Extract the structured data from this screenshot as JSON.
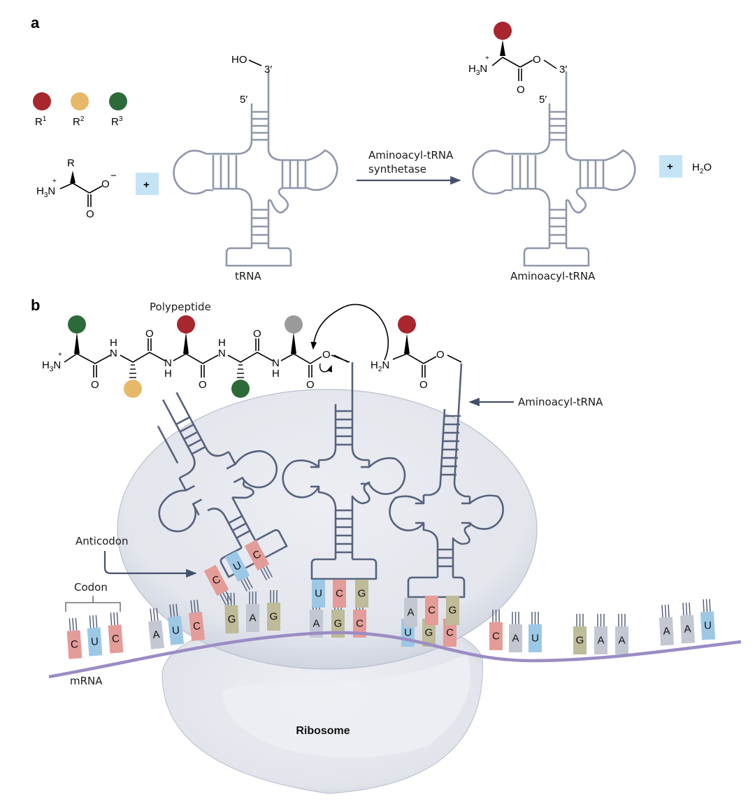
{
  "panels": {
    "a": {
      "label": "a",
      "legend": [
        {
          "name": "R",
          "sup": "1",
          "color": "#a8262e"
        },
        {
          "name": "R",
          "sup": "2",
          "color": "#e7b868"
        },
        {
          "name": "R",
          "sup": "3",
          "color": "#2c6a3a"
        }
      ],
      "amino_acid": {
        "r": "R",
        "amine": "H",
        "amine_sub": "3",
        "amine_n": "N",
        "charge_plus": "+",
        "oxygen_minus": "O",
        "charge_minus": "−",
        "carbonyl_o": "O"
      },
      "plus_sign": "+",
      "trna": {
        "label": "tRNA",
        "three_prime": "3′",
        "five_prime": "5′",
        "hydroxyl": "HO"
      },
      "reaction_arrow": {
        "line1": "Aminoacyl-tRNA",
        "line2": "synthetase"
      },
      "product": {
        "label": "Aminoacyl-tRNA",
        "three_prime": "3′",
        "five_prime": "5′",
        "ester_o": "O",
        "carbonyl_o": "O",
        "amine": "H",
        "amine_sub": "3",
        "amine_n": "N",
        "charge_plus": "+",
        "r_color": "#a8262e"
      },
      "water": {
        "plus": "+",
        "h": "H",
        "sub": "2",
        "o": "O"
      }
    },
    "b": {
      "label": "b",
      "polypeptide_label": "Polypeptide",
      "chain_residues": [
        {
          "color": "#2c6a3a"
        },
        {
          "color": "#e7b868"
        },
        {
          "color": "#a8262e"
        },
        {
          "color": "#2c6a3a"
        },
        {
          "color": "#9a9a9a"
        }
      ],
      "incoming_residue_color": "#a8262e",
      "chem": {
        "h3n_h": "H",
        "h3n_sub": "3",
        "h3n_n": "N",
        "plus": "+",
        "o": "O",
        "n": "N",
        "h": "H",
        "h2n_h": "H",
        "h2n_sub": "2",
        "h2n_n": "N"
      },
      "labels": {
        "aminoacyl_trna": "Aminoacyl-tRNA",
        "anticodon": "Anticodon",
        "codon": "Codon",
        "mrna": "mRNA",
        "ribosome": "Ribosome"
      },
      "base_colors": {
        "A": "#c3c7d2",
        "U": "#9cc8e6",
        "C": "#e49c98",
        "G": "#bdbb98"
      },
      "mrna_bases": [
        "C",
        "U",
        "C",
        "A",
        "U",
        "C",
        "G",
        "A",
        "G",
        "A",
        "G",
        "C",
        "U",
        "G",
        "C",
        "C",
        "A",
        "U",
        "G",
        "A",
        "A",
        "A",
        "A",
        "U"
      ],
      "anticodon_exiting": [
        "C",
        "U",
        "C"
      ],
      "anticodon_p_site": [
        "U",
        "C",
        "G"
      ],
      "anticodon_a_site": [
        "A",
        "C",
        "G"
      ]
    }
  },
  "colors": {
    "trna_light": "#8e97ab",
    "trna_dark": "#56627d",
    "mrna_strand": "#9b8cc4",
    "ribosome_fill": "#e4e7ee",
    "plus_box": "#c4e4f6"
  }
}
